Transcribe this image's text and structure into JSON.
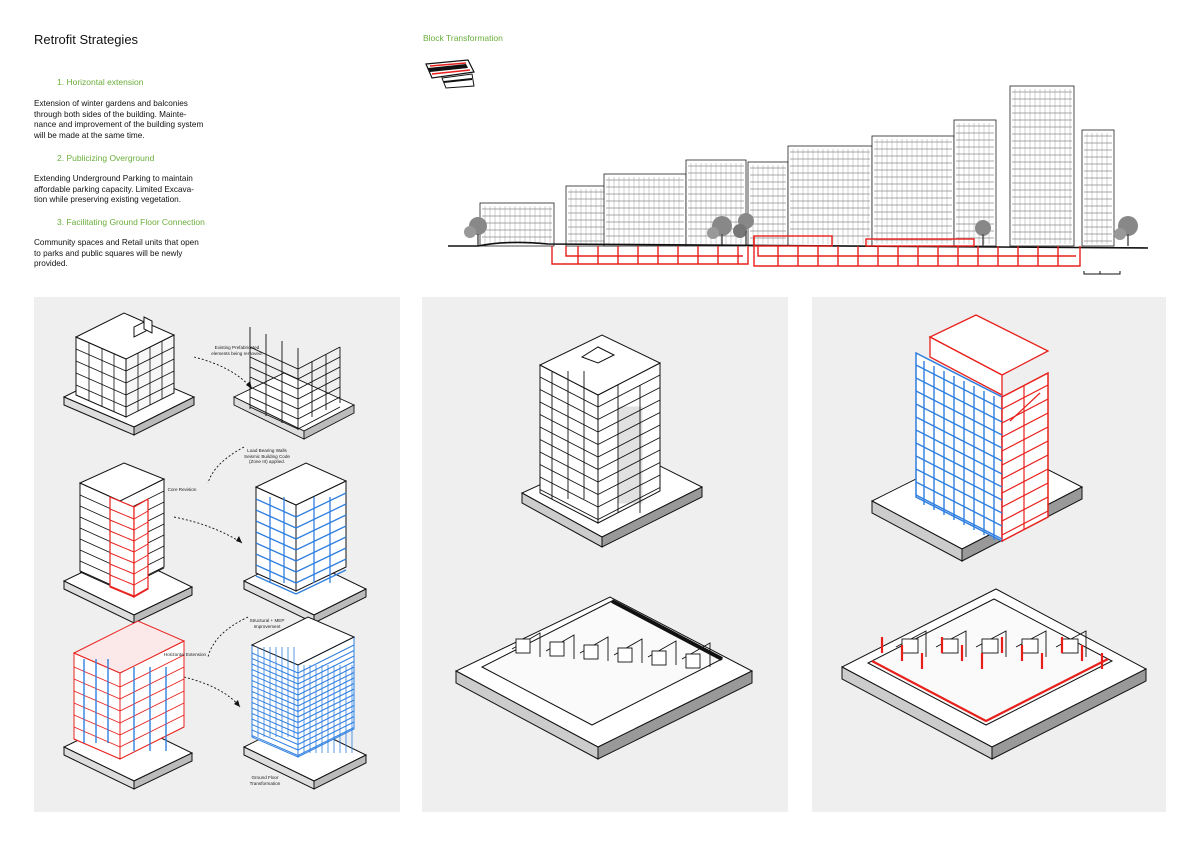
{
  "title": "Retrofit Strategies",
  "strategies": [
    {
      "heading": "1. Horizontal extension",
      "lines": [
        "Extension of winter gardens and balconies",
        "through both sides of the building. Mainte-",
        "nance and improvement of the building system",
        "will be made at the same time."
      ]
    },
    {
      "heading": "2. Publicizing Overground",
      "lines": [
        "Extending Underground Parking to maintain",
        "affordable parking capacity. Limited Excava-",
        "tion while preserving existing vegetation."
      ]
    },
    {
      "heading": "3. Facilitating Ground Floor Connection",
      "lines": [
        "Community spaces and Retail units that open",
        "to parks and public squares will be newly",
        "provided."
      ]
    }
  ],
  "block_label": "Block Transformation",
  "annotations": {
    "prefab_line1": "Existing Prefabricated",
    "prefab_line2": "elements being removed.",
    "load_line1": "Load Bearing Walls",
    "load_line2": "Seismic Building Code",
    "load_line3": "(Zone III) applied.",
    "core": "Core Revision",
    "structural_line1": "Structural + MEP",
    "structural_line2": "Improvement",
    "horizontal": "Horizontal Extension",
    "ground_line1": "Ground Floor",
    "ground_line2": "Transformation"
  },
  "colors": {
    "accent_green": "#6aae3a",
    "existing_black": "#111111",
    "new_structure_red": "#e8201c",
    "extension_blue": "#2f7fe0",
    "panel_grey": "#efefef"
  }
}
